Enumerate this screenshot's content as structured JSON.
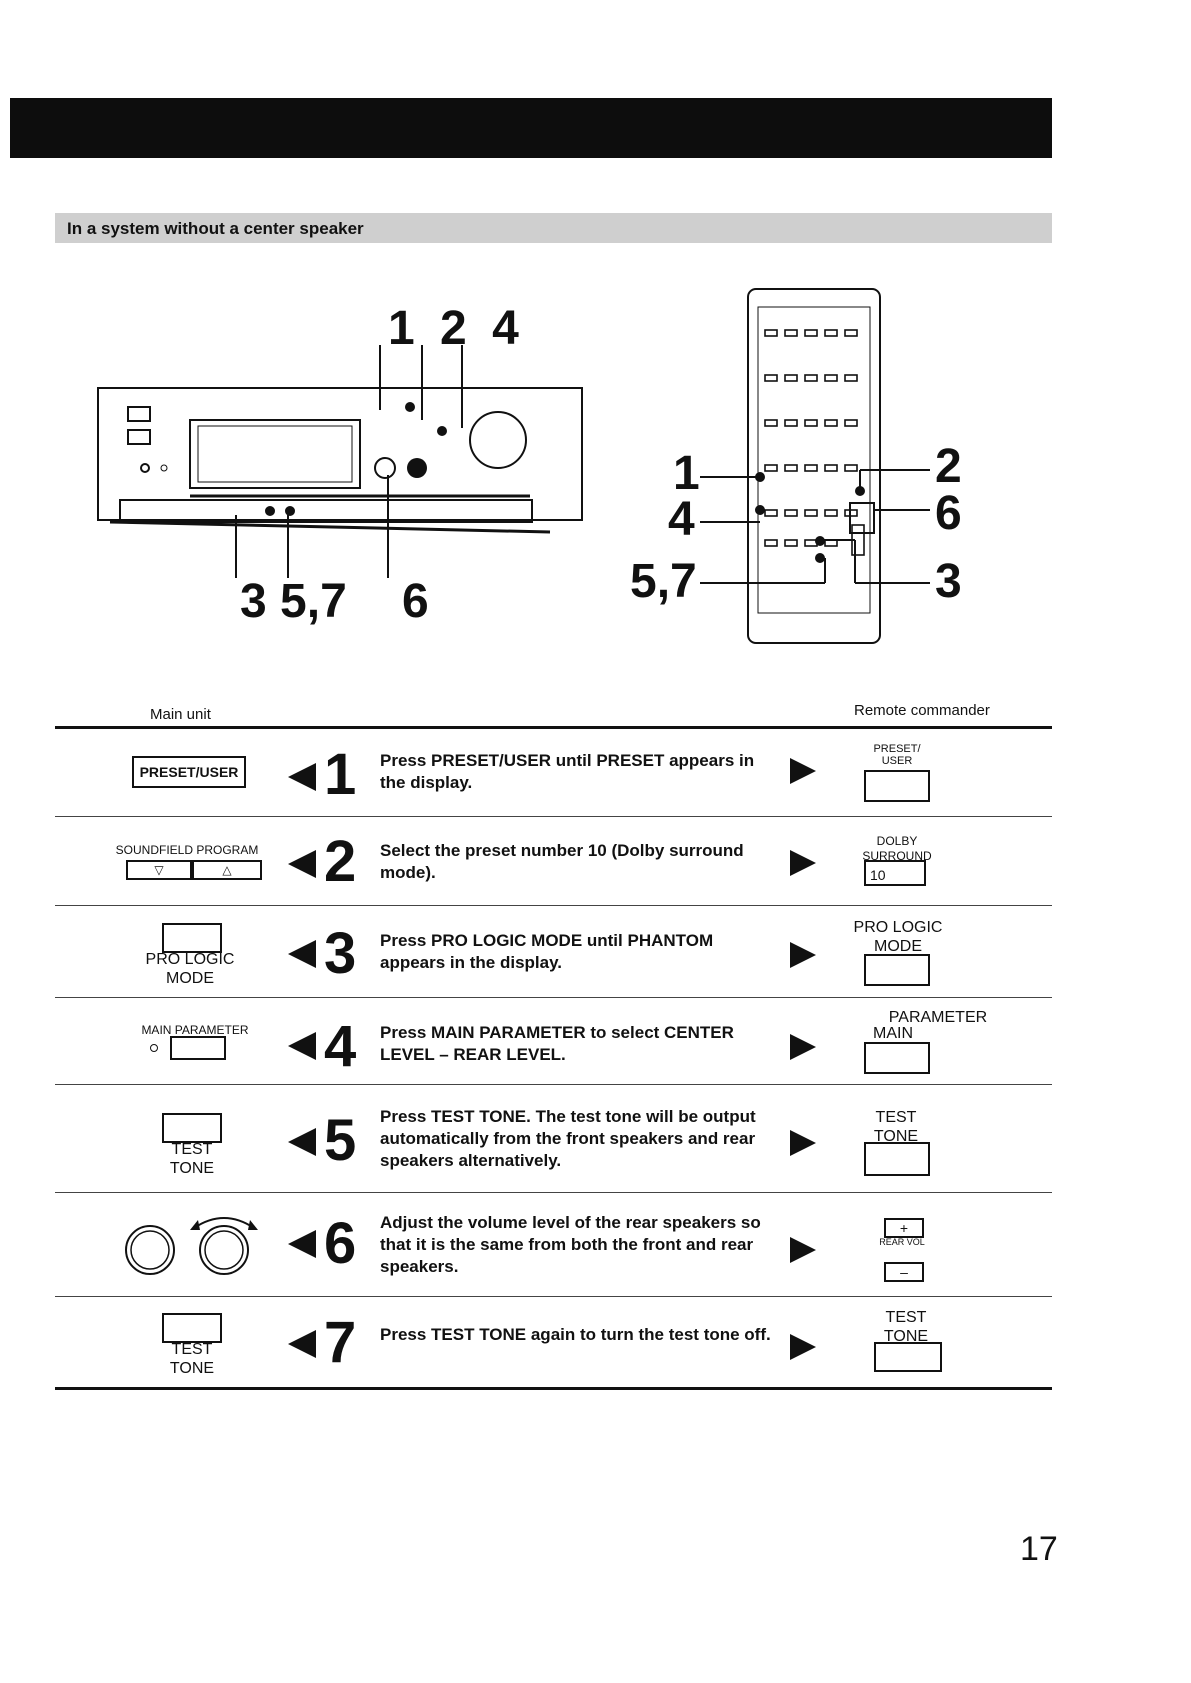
{
  "section_title": "In a system without a center speaker",
  "diagram": {
    "main_unit_callouts": {
      "top": "1 2 4",
      "bottom_left": "3 5,7",
      "bottom_right": "6"
    },
    "remote_callouts": {
      "c1": "1",
      "c4": "4",
      "c57": "5,7",
      "c2": "2",
      "c6": "6",
      "c3": "3"
    }
  },
  "columns": {
    "left": "Main unit",
    "right": "Remote commander"
  },
  "steps": [
    {
      "num": "1",
      "text": "Press PRESET/USER until PRESET appears in the display.",
      "main_label": "PRESET/USER",
      "remote_label": "PRESET/ USER"
    },
    {
      "num": "2",
      "text": "Select the preset number 10 (Dolby surround mode).",
      "main_label": "SOUNDFIELD PROGRAM",
      "main_btn_left": "▽",
      "main_btn_right": "△",
      "remote_label": "DOLBY SURROUND",
      "remote_value": "10"
    },
    {
      "num": "3",
      "text": "Press PRO LOGIC MODE until PHANTOM appears in the display.",
      "main_label": "PRO LOGIC MODE",
      "remote_label": "PRO LOGIC MODE"
    },
    {
      "num": "4",
      "text": "Press MAIN PARAMETER to select CENTER LEVEL – REAR LEVEL.",
      "main_label": "MAIN PARAMETER",
      "remote_label_a": "PARAMETER",
      "remote_label_b": "MAIN"
    },
    {
      "num": "5",
      "text": "Press TEST TONE. The test tone will be output automatically from the front speakers and rear speakers alternatively.",
      "main_label": "TEST TONE",
      "remote_label": "TEST TONE"
    },
    {
      "num": "6",
      "text": "Adjust the volume level of the rear speakers so that it is the same from both the front and rear speakers.",
      "remote_plus": "+",
      "remote_label": "REAR VOL",
      "remote_minus": "–"
    },
    {
      "num": "7",
      "text": "Press TEST TONE again to turn the test tone off.",
      "main_label": "TEST TONE",
      "remote_label": "TEST TONE"
    }
  ],
  "page_number": "17"
}
